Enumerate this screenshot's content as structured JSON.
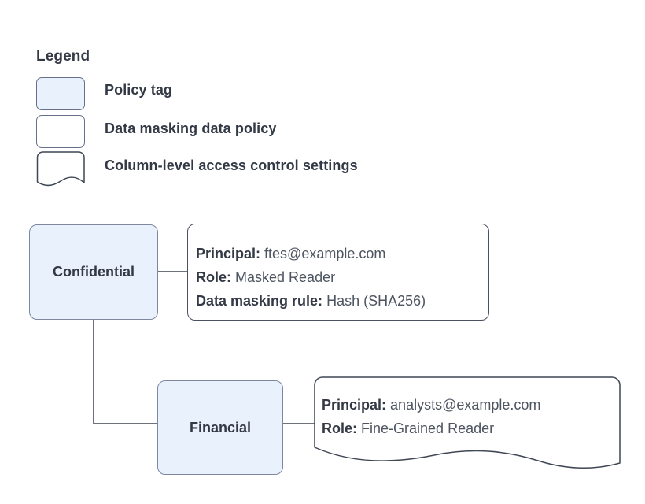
{
  "diagram": {
    "type": "policy-tag-access-control-diagram",
    "background_color": "#ffffff",
    "node_fill": "#e9f1fc",
    "node_border": "#7d879e",
    "text_color": "#333a46",
    "line_color": "#3d4350"
  },
  "legend": {
    "title": "Legend",
    "items": [
      {
        "label": "Policy tag",
        "shape": "rounded-rect-filled",
        "fill": "#e9f1fc"
      },
      {
        "label": "Data masking data policy",
        "shape": "rounded-rect",
        "fill": "#ffffff"
      },
      {
        "label": "Column-level access control settings",
        "shape": "wavy-bottom-rect",
        "fill": "#ffffff"
      }
    ]
  },
  "nodes": [
    {
      "id": "confidential",
      "label": "Confidential",
      "shape": "rounded-rect-filled"
    },
    {
      "id": "financial",
      "label": "Financial",
      "shape": "rounded-rect-filled"
    }
  ],
  "callouts": [
    {
      "id": "confidential-policy",
      "shape": "rounded-rect",
      "attached_to": "confidential",
      "lines": [
        {
          "label": "Principal:",
          "value": "ftes@example.com"
        },
        {
          "label": "Role:",
          "value": "Masked Reader"
        },
        {
          "label": "Data masking rule:",
          "value": "Hash (SHA256)"
        }
      ]
    },
    {
      "id": "financial-access",
      "shape": "wavy-bottom-rect",
      "attached_to": "financial",
      "lines": [
        {
          "label": "Principal:",
          "value": "analysts@example.com"
        },
        {
          "label": "Role:",
          "value": "Fine-Grained Reader"
        }
      ]
    }
  ],
  "edges": [
    {
      "from": "confidential",
      "to": "confidential-policy",
      "style": "straight"
    },
    {
      "from": "confidential",
      "to": "financial",
      "style": "elbow"
    },
    {
      "from": "financial",
      "to": "financial-access",
      "style": "straight"
    }
  ]
}
